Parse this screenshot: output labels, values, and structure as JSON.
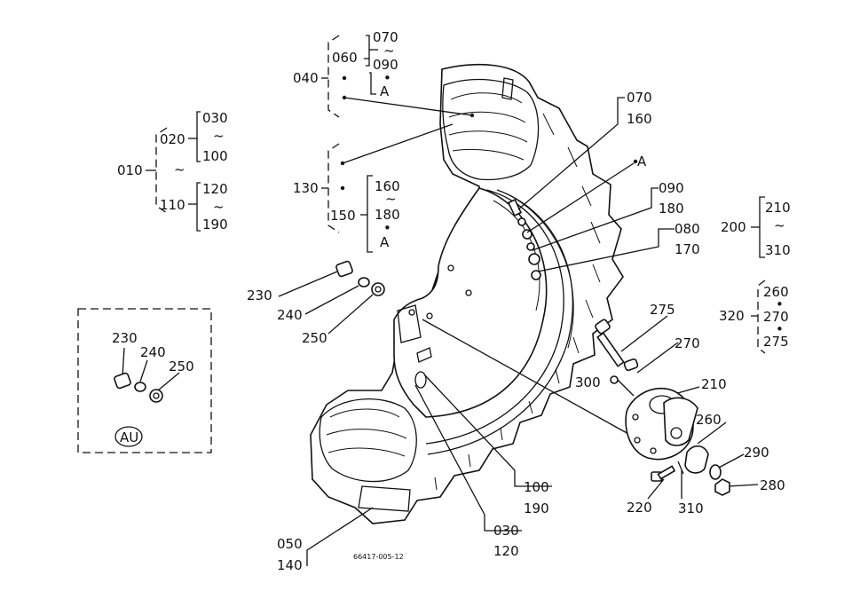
{
  "group_040": {
    "ref": "040",
    "sub": "060",
    "range_top": "070",
    "range_bot": "090",
    "tilde": "~",
    "dot": "•",
    "ref_a": "A"
  },
  "group_010": {
    "ref": "010",
    "a": "020",
    "b": "110",
    "a_top": "030",
    "a_bot": "100",
    "b_top": "120",
    "b_bot": "190",
    "tilde": "~"
  },
  "group_130": {
    "ref": "130",
    "sub": "150",
    "range_top": "160",
    "range_bot": "180",
    "tilde": "~",
    "dot": "•",
    "ref_a": "A"
  },
  "callouts": {
    "c070_160": {
      "top": "070",
      "bot": "160"
    },
    "a_ref": "A",
    "c090_180": {
      "top": "090",
      "bot": "180"
    },
    "c080_170": {
      "top": "080",
      "bot": "170"
    },
    "c100_190": {
      "top": "100",
      "bot": "190"
    },
    "c030_120": {
      "top": "030",
      "bot": "120"
    },
    "c050_140": {
      "top": "050",
      "bot": "140"
    }
  },
  "group_200": {
    "ref": "200",
    "top": "210",
    "bot": "310",
    "tilde": "~"
  },
  "group_320": {
    "ref": "320",
    "top": "260",
    "mid": "270",
    "bot": "275",
    "dot": "•"
  },
  "hub_labels": {
    "l275": "275",
    "l270": "270",
    "l300": "300",
    "l210": "210",
    "l260": "260",
    "l290": "290",
    "l280": "280",
    "l220": "220",
    "l310": "310"
  },
  "nut_labels": {
    "l230": "230",
    "l240": "240",
    "l250": "250"
  },
  "inset": {
    "l230": "230",
    "l240": "240",
    "l250": "250",
    "badge": "AU"
  },
  "drawing_code": "66417-005-12"
}
